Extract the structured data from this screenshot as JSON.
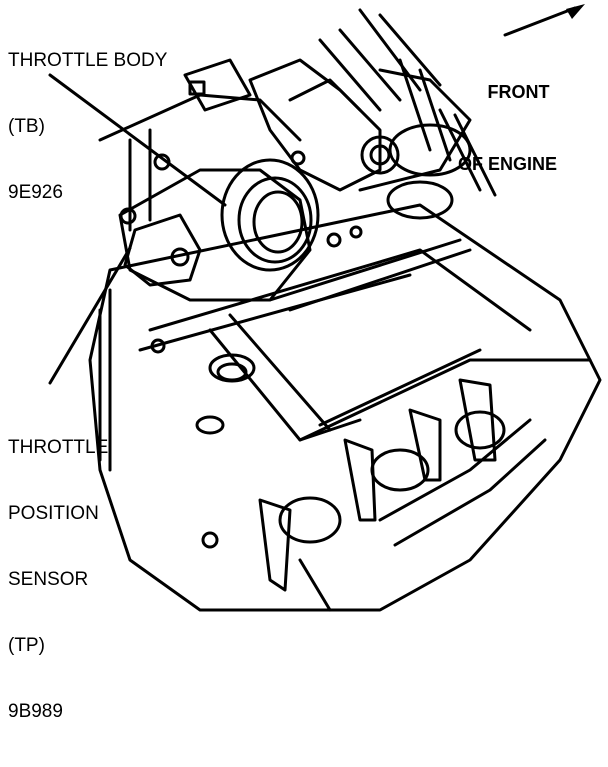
{
  "labels": {
    "throttle_body": [
      "THROTTLE BODY",
      "(TB)",
      "9E926"
    ],
    "front_of_engine": [
      "FRONT",
      "OF ENGINE"
    ],
    "throttle_position_sensor": [
      "THROTTLE",
      "POSITION",
      "SENSOR",
      "(TP)",
      "9B989"
    ]
  },
  "colors": {
    "ink": "#000000",
    "paper": "#ffffff"
  }
}
